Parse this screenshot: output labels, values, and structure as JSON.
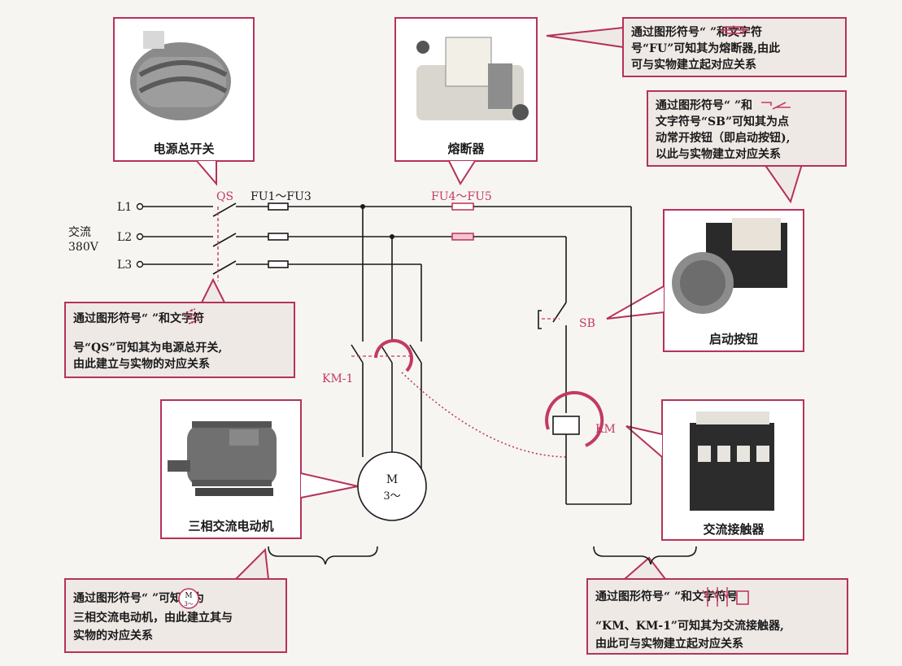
{
  "inputs": {
    "phases": [
      "L1",
      "L2",
      "L3"
    ],
    "supply_label_1": "交流",
    "supply_label_2": "380V"
  },
  "labels": {
    "qs": "QS",
    "fu1_3": "FU1～FU3",
    "fu4_5": "FU4～FU5",
    "sb": "SB",
    "km": "KM",
    "km1": "KM-1",
    "motor_m": "M",
    "motor_phase": "3～"
  },
  "photos": {
    "main_switch_caption": "电源总开关",
    "fuse_caption": "熔断器",
    "start_button_caption": "启动按钮",
    "motor_caption": "三相交流电动机",
    "contactor_caption": "交流接触器"
  },
  "notes": {
    "fuse": [
      "通过图形符号“",
      "”和文字符",
      "号“FU”可知其为熔断器,由此",
      "可与实物建立起对应关系"
    ],
    "sb": [
      "通过图形符号“",
      "”和",
      "文字符号“SB”可知其为点",
      "动常开按钮（即启动按钮),",
      "以此与实物建立对应关系"
    ],
    "qs": [
      "通过图形符号“",
      "”和文字符",
      "号“QS”可知其为电源总开关,",
      "由此建立与实物的对应关系"
    ],
    "motor": [
      "通过图形符号“",
      "”可知其为",
      "三相交流电动机，由此建立其与",
      "实物的对应关系"
    ],
    "km": [
      "通过图形符号“",
      "”和文字符号",
      "“KM、KM-1”可知其为交流接触器,",
      "由此可与实物建立起对应关系"
    ]
  },
  "colors": {
    "accent": "#b5325a",
    "line": "#1a1a1a",
    "note_bg": "#efe9e6"
  }
}
